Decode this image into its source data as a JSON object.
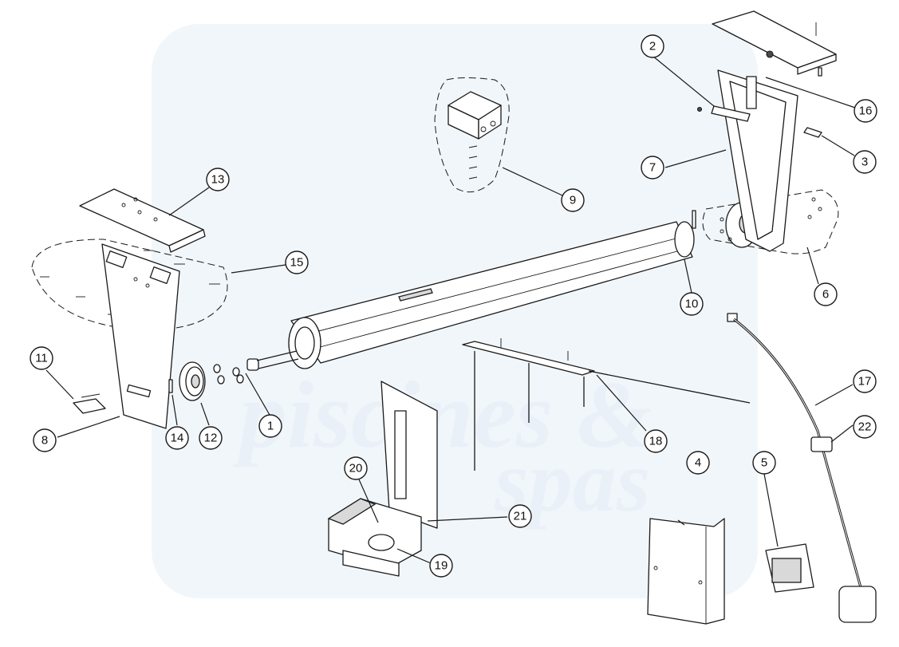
{
  "watermark": {
    "line1": "piscines &",
    "line2": "spas",
    "color": "#e6eef6"
  },
  "colors": {
    "line": "#1a1a1a",
    "part_fill": "#ffffff",
    "shade": "#d9d9d9"
  },
  "callouts": [
    {
      "label": "1"
    },
    {
      "label": "2"
    },
    {
      "label": "3"
    },
    {
      "label": "4"
    },
    {
      "label": "5"
    },
    {
      "label": "6"
    },
    {
      "label": "7"
    },
    {
      "label": "8"
    },
    {
      "label": "9"
    },
    {
      "label": "10"
    },
    {
      "label": "11"
    },
    {
      "label": "12"
    },
    {
      "label": "13"
    },
    {
      "label": "14"
    },
    {
      "label": "15"
    },
    {
      "label": "16"
    },
    {
      "label": "17"
    },
    {
      "label": "18"
    },
    {
      "label": "19"
    },
    {
      "label": "20"
    },
    {
      "label": "21"
    },
    {
      "label": "22"
    }
  ]
}
